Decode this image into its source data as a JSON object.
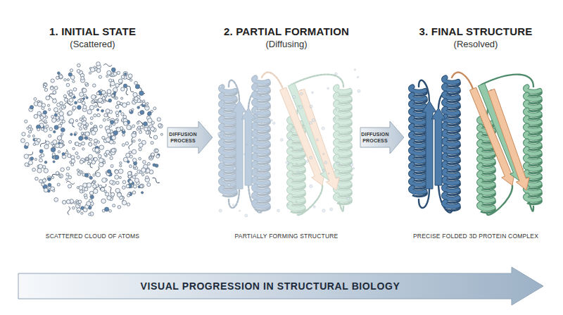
{
  "diagram": {
    "nodes": [
      {
        "text": [
          "1. INITIAL STATE",
          "(Scattered)",
          "SCATTERED CLOUD OF ATOMS"
        ]
      },
      {
        "text": [
          "2. PARTIAL FORMATION",
          "(Diffusing)",
          "PARTIALLY FORMING STRUCTURE"
        ]
      },
      {
        "text": [
          "3. FINAL STRUCTURE",
          "(Resolved)",
          "PRECISE FOLDED 3D PROTEIN COMPLEX"
        ]
      },
      {
        "text": [
          "VISUAL PROGRESSION IN STRUCTURAL BIOLOGY"
        ]
      }
    ],
    "edges": [
      {
        "from": 0,
        "to": 1,
        "arrow": "to",
        "label": "DIFFUSION PROCESS"
      },
      {
        "from": 1,
        "to": 2,
        "arrow": "to",
        "label": "DIFFUSION PROCESS"
      }
    ]
  }
}
